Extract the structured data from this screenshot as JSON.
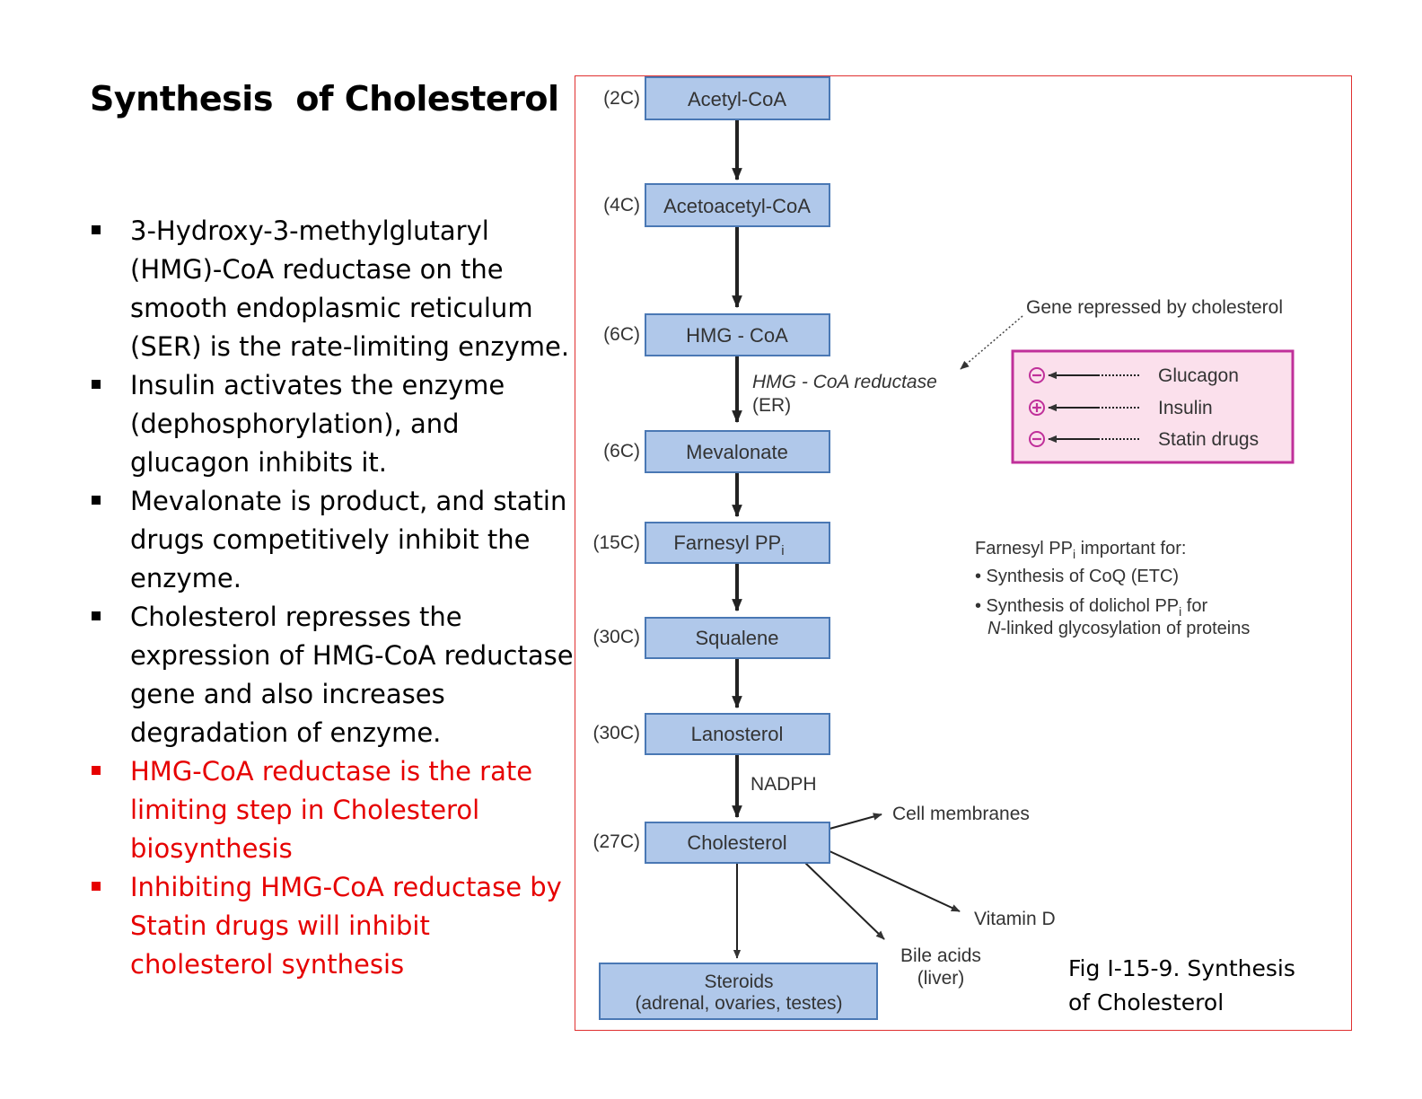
{
  "title": "Synthesis  of Cholesterol",
  "bullets": [
    {
      "text": "3-Hydroxy-3-methylglutaryl (HMG)-CoA reductase on the smooth endoplasmic reticulum (SER) is the rate-limiting enzyme.",
      "color": "#000000"
    },
    {
      "text": "Insulin activates the enzyme (dephosphorylation), and glucagon inhibits it.",
      "color": "#000000"
    },
    {
      "text": "Mevalonate is product, and statin drugs competitively inhibit the enzyme.",
      "color": "#000000"
    },
    {
      "text": "Cholesterol represses the expression of HMG-CoA reductase gene and also increases degradation of enzyme.",
      "color": "#000000"
    },
    {
      "text": "HMG-CoA reductase is the rate limiting step in Cholesterol biosynthesis",
      "color": "#e60000"
    },
    {
      "text": "Inhibiting HMG-CoA reductase by Statin drugs will inhibit cholesterol synthesis",
      "color": "#e60000"
    }
  ],
  "diagram": {
    "pathway": [
      {
        "carbons": "(2C)",
        "label": "Acetyl-CoA"
      },
      {
        "carbons": "(4C)",
        "label": "Acetoacetyl-CoA"
      },
      {
        "carbons": "(6C)",
        "label": "HMG - CoA"
      },
      {
        "carbons": "(6C)",
        "label": "Mevalonate"
      },
      {
        "carbons": "(15C)",
        "label": "Farnesyl PP",
        "subscript": "i"
      },
      {
        "carbons": "(30C)",
        "label": "Squalene"
      },
      {
        "carbons": "(30C)",
        "label": "Lanosterol"
      },
      {
        "carbons": "(27C)",
        "label": "Cholesterol"
      }
    ],
    "enzyme": {
      "name": "HMG - CoA reductase",
      "location": "(ER)"
    },
    "gene_note": "Gene repressed by cholesterol",
    "regulators": [
      {
        "sign": "−",
        "name": "Glucagon"
      },
      {
        "sign": "+",
        "name": "Insulin"
      },
      {
        "sign": "−",
        "name": "Statin drugs"
      }
    ],
    "nadph_label": "NADPH",
    "farnesyl_note": {
      "heading": "Farnesyl PP",
      "heading_sub": "i",
      "heading_rest": " important for:",
      "item1": "• Synthesis of CoQ (ETC)",
      "item2_a": "• Synthesis of dolichol PP",
      "item2_sub": "i",
      "item2_b": " for",
      "item2_line2_italic": "N",
      "item2_line2_rest": "-linked glycosylation of proteins"
    },
    "products": {
      "cell_membranes": "Cell membranes",
      "vitamin_d": "Vitamin D",
      "bile_acids_1": "Bile acids",
      "bile_acids_2": "(liver)",
      "steroids_1": "Steroids",
      "steroids_2": "(adrenal, ovaries, testes)"
    },
    "colors": {
      "box_fill": "#b0c8ea",
      "box_stroke": "#4a78b4",
      "reg_box_fill": "#fbe0ec",
      "reg_box_stroke": "#c0309a"
    }
  },
  "caption": {
    "line1": "Fig I-15-9. Synthesis",
    "line2": "of Cholesterol"
  }
}
